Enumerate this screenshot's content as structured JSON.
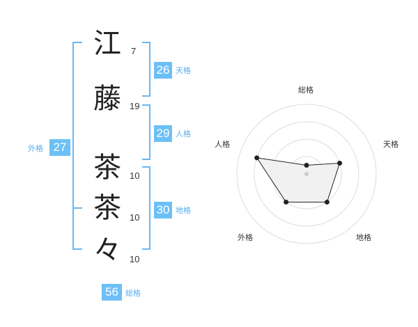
{
  "name": {
    "chars": [
      {
        "char": "江",
        "strokes": "7"
      },
      {
        "char": "藤",
        "strokes": "19"
      },
      {
        "char": "茶",
        "strokes": "10"
      },
      {
        "char": "茶",
        "strokes": "10"
      },
      {
        "char": "々",
        "strokes": "10"
      }
    ]
  },
  "fortune": {
    "tenkaku": {
      "label": "天格",
      "value": "26"
    },
    "jinkaku": {
      "label": "人格",
      "value": "29"
    },
    "chikaku": {
      "label": "地格",
      "value": "30"
    },
    "gaikaku": {
      "label": "外格",
      "value": "27"
    },
    "soukaku": {
      "label": "総格",
      "value": "56"
    }
  },
  "chart_data": {
    "type": "radar",
    "axes": [
      "総格",
      "天格",
      "地格",
      "外格",
      "人格"
    ],
    "series": [
      {
        "values": [
          0.5,
          2,
          2,
          2,
          3
        ]
      }
    ],
    "range": [
      0,
      4
    ],
    "rings": 4,
    "colors": {
      "line": "#222222",
      "fill": "#f0f0f0",
      "grid": "#dddddd",
      "center": "#cccccc"
    }
  },
  "colors": {
    "accent": "#6cc0f6",
    "bracket": "#67b7f3"
  }
}
